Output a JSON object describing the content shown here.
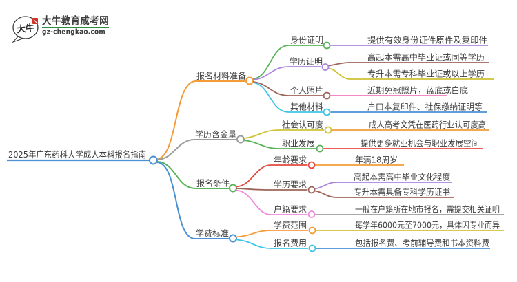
{
  "logo": {
    "brand": "大牛教育成考网",
    "domain": "gz-chengkao.com",
    "icon_text": "大牛",
    "brand_color": "#2f8b3d",
    "seal_color": "#cf3426",
    "crescent_color": "#cc372b"
  },
  "palette": {
    "orange": "#f39c38",
    "gray": "#9b9b9b",
    "green": "#58b257",
    "blue": "#4a90d2",
    "purple": "#ab86dd",
    "brown": "#9d6558",
    "cyan": "#3ec4e6",
    "yellow": "#cdc334",
    "red": "#e4483e",
    "pink": "#f178bc",
    "lightpink": "#ee8ad6",
    "text": "#3e3e3e",
    "node_fill": "#ffffff"
  },
  "root": {
    "label": "2025年广东药科大学成人本科报名指南",
    "color_key": "blue"
  },
  "branches": [
    {
      "label": "报名材料准备",
      "color_key": "orange",
      "children": [
        {
          "label": "身份证明",
          "color_key": "green",
          "leaves": [
            {
              "label": "提供有效身份证件原件及复印件",
              "color_key": "purple"
            }
          ]
        },
        {
          "label": "学历证明",
          "color_key": "purple",
          "leaves": [
            {
              "label": "高起本需高中毕业证或同等学历",
              "color_key": "brown"
            },
            {
              "label": "专升本需专科毕业证或以上学历",
              "color_key": "yellow"
            }
          ]
        },
        {
          "label": "个人照片",
          "color_key": "brown",
          "leaves": [
            {
              "label": "近期免冠照片，蓝底或白底",
              "color_key": "pink"
            }
          ]
        },
        {
          "label": "其他材料",
          "color_key": "cyan",
          "leaves": [
            {
              "label": "户口本复印件、社保缴纳证明等",
              "color_key": "blue"
            }
          ]
        }
      ]
    },
    {
      "label": "学历含金量",
      "color_key": "gray",
      "children": [
        {
          "label": "社会认可度",
          "color_key": "yellow",
          "leaves": [
            {
              "label": "成人高考文凭在医药行业认可度高",
              "color_key": "orange"
            }
          ]
        },
        {
          "label": "职业发展",
          "color_key": "green",
          "leaves": [
            {
              "label": "提供更多就业机会与职业发展空间",
              "color_key": "red"
            }
          ]
        }
      ]
    },
    {
      "label": "报名条件",
      "color_key": "green",
      "children": [
        {
          "label": "年龄要求",
          "color_key": "red",
          "leaves": [
            {
              "label": "年满18周岁",
              "color_key": "orange"
            }
          ]
        },
        {
          "label": "学历要求",
          "color_key": "brown",
          "leaves": [
            {
              "label": "高起本需高中毕业文化程度",
              "color_key": "purple"
            },
            {
              "label": "专升本需具备专科学历证书",
              "color_key": "brown"
            }
          ]
        },
        {
          "label": "户籍要求",
          "color_key": "lightpink",
          "leaves": [
            {
              "label": "一般在户籍所在地市报名，需提交相关证明",
              "color_key": "gray"
            }
          ]
        }
      ]
    },
    {
      "label": "学费标准",
      "color_key": "blue",
      "children": [
        {
          "label": "学费范围",
          "color_key": "orange",
          "leaves": [
            {
              "label": "每学年6000元至7000元，具体因专业而异",
              "color_key": "yellow"
            }
          ]
        },
        {
          "label": "报名费用",
          "color_key": "cyan",
          "leaves": [
            {
              "label": "包括报名费、考前辅导费和书本资料费",
              "color_key": "blue"
            }
          ]
        }
      ]
    }
  ]
}
